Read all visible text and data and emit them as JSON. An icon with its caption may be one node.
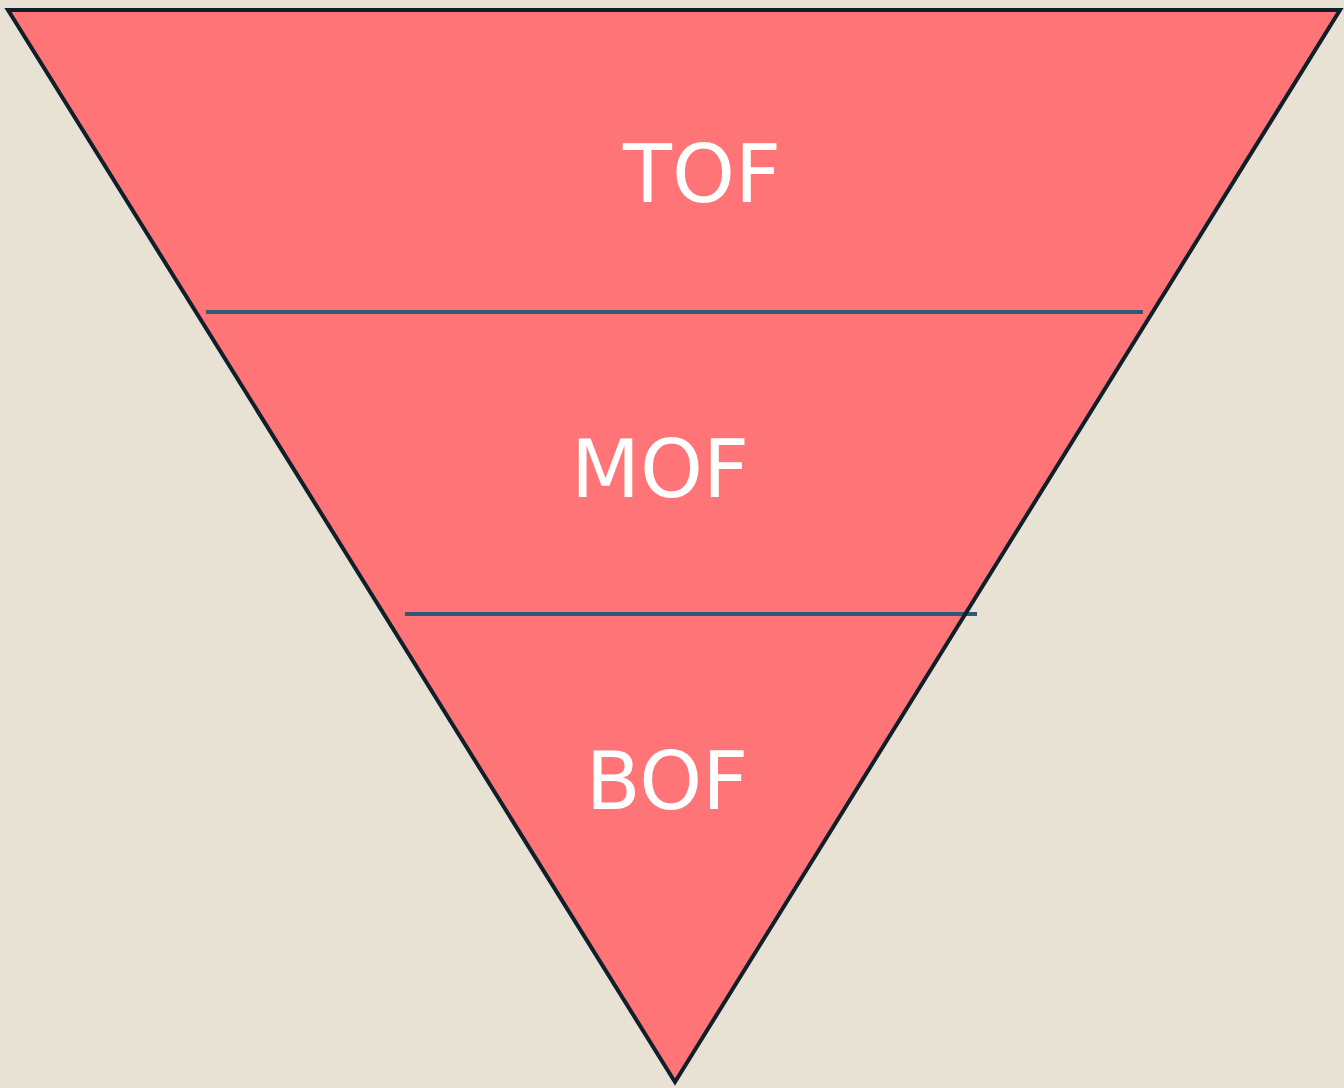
{
  "diagram": {
    "nodes": [
      {
        "text": [
          "TOF"
        ]
      },
      {
        "text": [
          "MOF"
        ]
      },
      {
        "text": [
          "BOF"
        ]
      }
    ]
  }
}
